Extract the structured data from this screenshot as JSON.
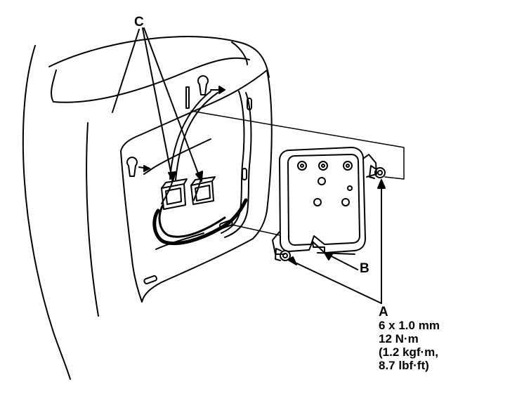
{
  "callouts": {
    "c": "C",
    "b": "B",
    "a": "A"
  },
  "spec": {
    "size": "6 x 1.0 mm",
    "torque_nm": "12 N·m",
    "torque_kgf": "(1.2 kgf·m,",
    "torque_lbf": "8.7 lbf·ft)"
  },
  "colors": {
    "ink": "#000000",
    "paper": "#ffffff"
  }
}
